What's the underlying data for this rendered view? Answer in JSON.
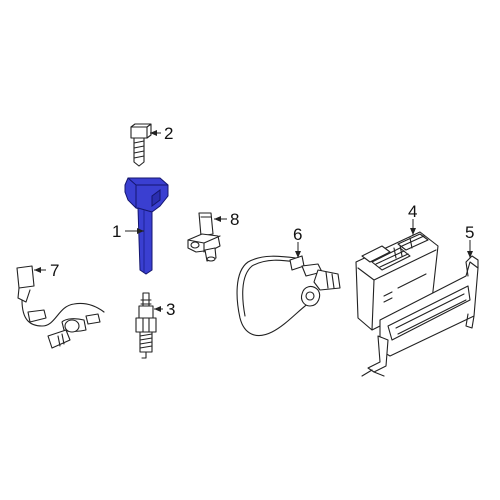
{
  "callouts": {
    "c1": "1",
    "c2": "2",
    "c3": "3",
    "c4": "4",
    "c5": "5",
    "c6": "6",
    "c7": "7",
    "c8": "8"
  },
  "colors": {
    "highlight": "#3a3fd1",
    "highlight_dark": "#1f2396",
    "line": "#222222",
    "background": "#ffffff"
  },
  "parts": [
    {
      "callout": "1",
      "name": "ignition-coil",
      "highlighted": true
    },
    {
      "callout": "2",
      "name": "coil-bolt",
      "highlighted": false
    },
    {
      "callout": "3",
      "name": "spark-plug",
      "highlighted": false
    },
    {
      "callout": "4",
      "name": "engine-control-module",
      "highlighted": false
    },
    {
      "callout": "5",
      "name": "module-bracket",
      "highlighted": false
    },
    {
      "callout": "6",
      "name": "knock-sensor",
      "highlighted": false
    },
    {
      "callout": "7",
      "name": "oxygen-sensor",
      "highlighted": false
    },
    {
      "callout": "8",
      "name": "camshaft-position-sensor",
      "highlighted": false
    }
  ]
}
